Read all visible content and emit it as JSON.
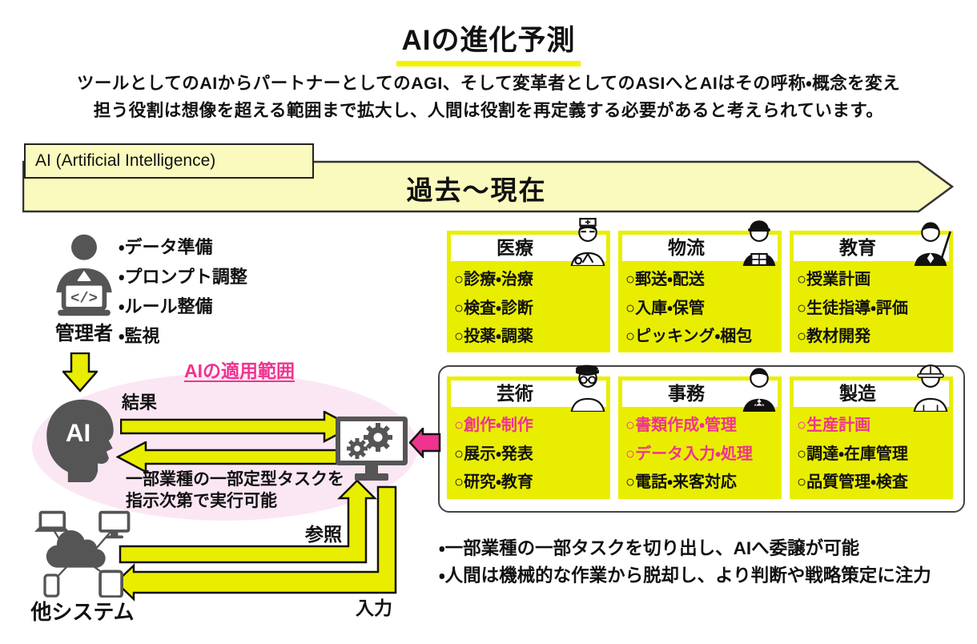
{
  "title": "AIの進化予測",
  "subtitle": [
    "ツールとしてのAIからパートナーとしてのAGI、そして変革者としてのASIへとAIはその呼称・概念を変え",
    "担う役割は想像を超える範囲まで拡大し、人間は役割を再定義する必要があると考えられています。"
  ],
  "timeline": {
    "label": "AI (Artificial Intelligence)",
    "period": "過去〜現在"
  },
  "admin": {
    "label": "管理者",
    "icon": "admin-laptop-icon",
    "tasks": [
      "・データ準備",
      "・プロンプト調整",
      "・ルール整備",
      "・監視"
    ]
  },
  "ai_scope": {
    "label": "AIの適用範囲",
    "ai_head_label": "AI",
    "result_label": "結果",
    "note": [
      "一部業種の一部定型タスクを",
      "指示次第で実行可能"
    ]
  },
  "other_systems": {
    "label": "他システム",
    "reference_label": "参照",
    "input_label": "入力"
  },
  "categories_row1": [
    {
      "name": "医療",
      "icon": "doctor-icon",
      "items": [
        {
          "text": "○診療・治療",
          "highlight": false
        },
        {
          "text": "○検査・診断",
          "highlight": false
        },
        {
          "text": "○投薬・調薬",
          "highlight": false
        }
      ]
    },
    {
      "name": "物流",
      "icon": "delivery-worker-icon",
      "items": [
        {
          "text": "○郵送・配送",
          "highlight": false
        },
        {
          "text": "○入庫・保管",
          "highlight": false
        },
        {
          "text": "○ピッキング・梱包",
          "highlight": false
        }
      ]
    },
    {
      "name": "教育",
      "icon": "teacher-icon",
      "items": [
        {
          "text": "○授業計画",
          "highlight": false
        },
        {
          "text": "○生徒指導・評価",
          "highlight": false
        },
        {
          "text": "○教材開発",
          "highlight": false
        }
      ]
    }
  ],
  "categories_row2": [
    {
      "name": "芸術",
      "icon": "artist-icon",
      "items": [
        {
          "text": "○創作・制作",
          "highlight": true
        },
        {
          "text": "○展示・発表",
          "highlight": false
        },
        {
          "text": "○研究・教育",
          "highlight": false
        }
      ]
    },
    {
      "name": "事務",
      "icon": "office-worker-icon",
      "items": [
        {
          "text": "○書類作成・管理",
          "highlight": true
        },
        {
          "text": "○データ入力・処理",
          "highlight": true
        },
        {
          "text": "○電話・来客対応",
          "highlight": false
        }
      ]
    },
    {
      "name": "製造",
      "icon": "factory-worker-icon",
      "items": [
        {
          "text": "○生産計画",
          "highlight": true
        },
        {
          "text": "○調達・在庫管理",
          "highlight": false
        },
        {
          "text": "○品質管理・検査",
          "highlight": false
        }
      ]
    }
  ],
  "footer_notes": [
    "・一部業種の一部タスクを切り出し、AIへ委譲が可能",
    "・人間は機械的な作業から脱却し、より判断や戦略策定に注力"
  ],
  "colors": {
    "accent_yellow": "#e9ee00",
    "pale_yellow": "#fafabe",
    "pink": "#f0338f",
    "pink_light": "#fbe7f3",
    "icon_gray": "#555555",
    "underline_yellow": "#f2f200",
    "text_black": "#111111"
  }
}
